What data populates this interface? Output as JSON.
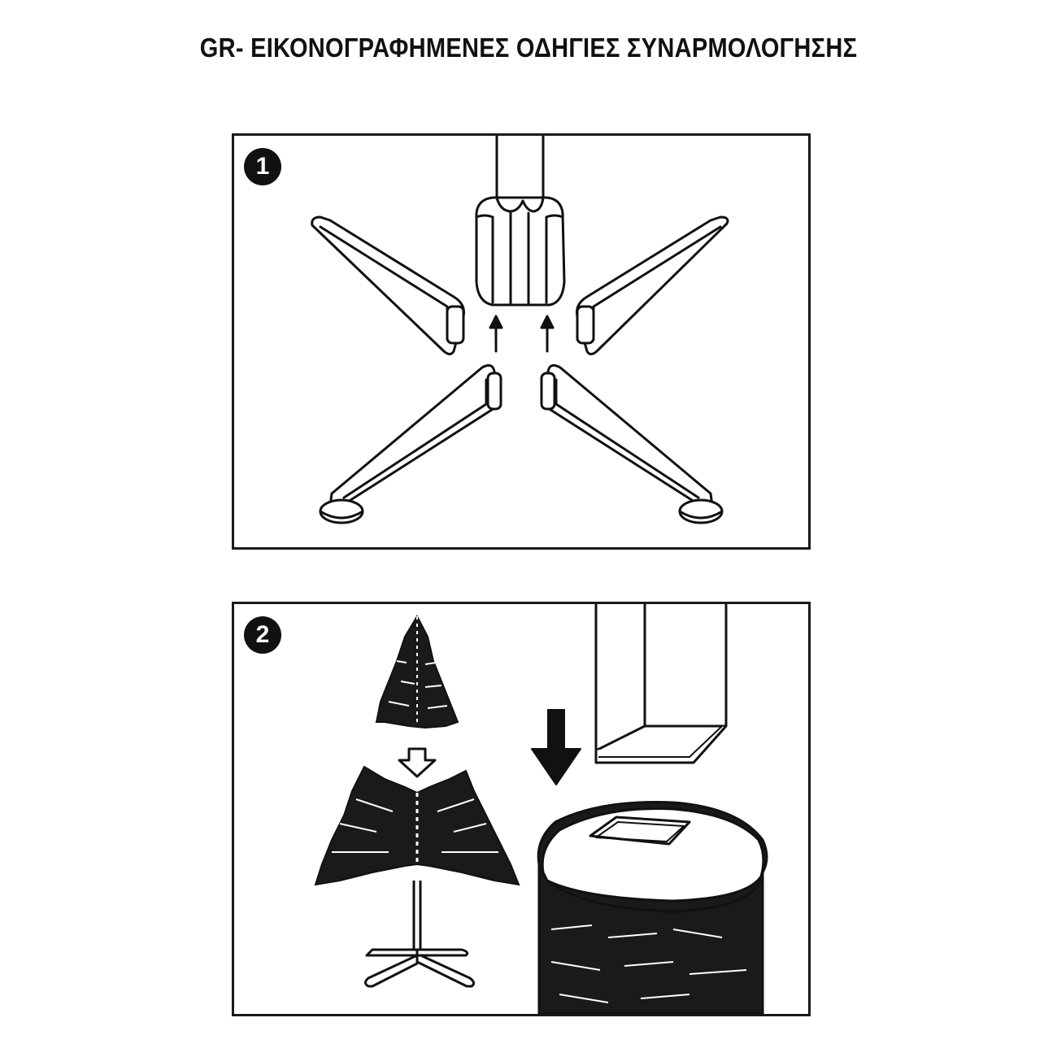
{
  "document": {
    "title": "GR- ΕΙΚΟΝΟΓΡΑΦΗΜΕΝΕΣ ΟΔΗΓΙΕΣ ΣΥΝΑΡΜΟΛΟΓΗΣΗΣ"
  },
  "steps": [
    {
      "number": "1",
      "illustration": "stand-legs-into-hub"
    },
    {
      "number": "2",
      "illustration": "assemble-tree-sections"
    }
  ],
  "colors": {
    "ink": "#111111",
    "paper": "#ffffff"
  }
}
